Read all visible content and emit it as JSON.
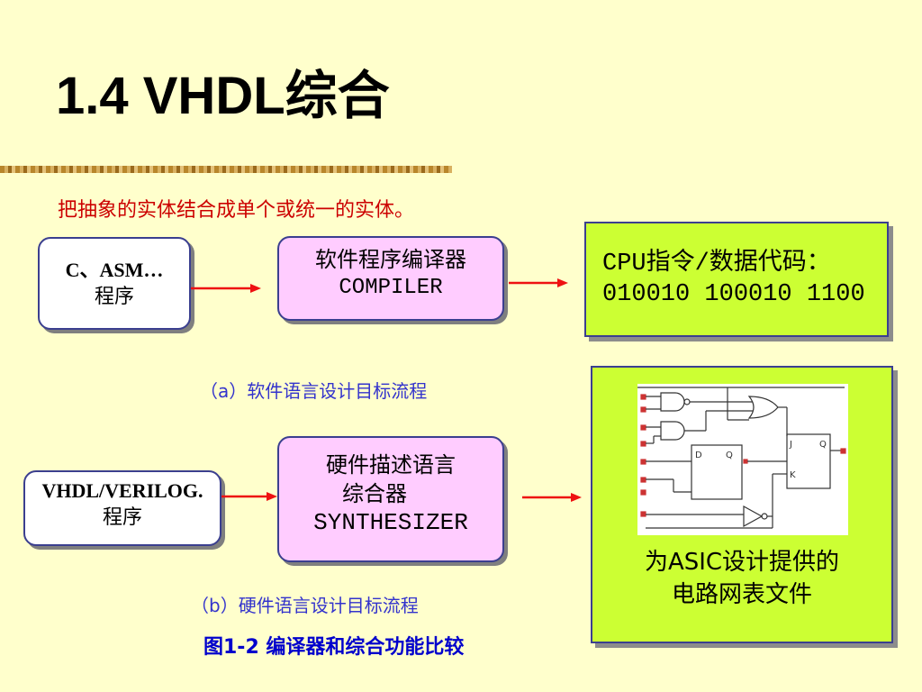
{
  "slide": {
    "title": "1.4  VHDL综合",
    "subtitle": "把抽象的实体结合成单个或统一的实体。"
  },
  "flow_a": {
    "source_box": {
      "line1": "C、ASM…",
      "line2": "程序"
    },
    "compiler_box": {
      "line1": "软件程序编译器",
      "line2": "COMPILER"
    },
    "output_box": {
      "line1": "CPU指令/数据代码：",
      "line2": "010010 100010 1100"
    },
    "caption": "（a）软件语言设计目标流程"
  },
  "flow_b": {
    "source_box": {
      "line1": "VHDL/VERILOG.",
      "line2": "程序"
    },
    "synth_box": {
      "line1": "硬件描述语言",
      "line2": "综合器",
      "line3": "SYNTHESIZER"
    },
    "output_box": {
      "line1": "为ASIC设计提供的",
      "line2": "电路网表文件"
    },
    "caption": "（b）硬件语言设计目标流程",
    "circuit": {
      "ff1_d": "D",
      "ff1_q": "Q",
      "ff2_j": "J",
      "ff2_q": "Q",
      "ff2_k": "K"
    }
  },
  "figure_caption": "图1-2  编译器和综合功能比较",
  "colors": {
    "background": "#ffffcc",
    "arrow": "#ee1111",
    "subtitle": "#cc0000",
    "caption": "#3333cc",
    "figure_caption": "#0000cc",
    "green_box": "#ccff33",
    "pink_box": "#ffccff"
  }
}
